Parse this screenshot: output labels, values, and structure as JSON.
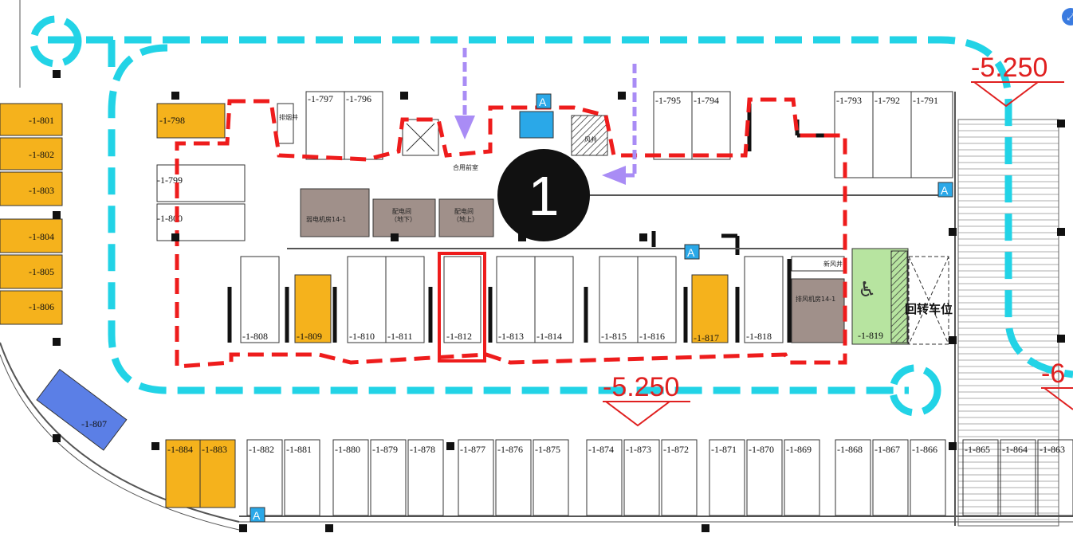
{
  "colors": {
    "cyan": "#22d3e6",
    "red": "#ee1c1c",
    "yellow": "#f5b21c",
    "blue": "#5b7fe6",
    "green": "#b7e4a0",
    "brown": "#a0908a",
    "purple": "#a98cf5",
    "marker": "#2aa8e8"
  },
  "elevations": {
    "top_right": "-5.250",
    "bottom_center": "-5.250",
    "right_partial": "-6"
  },
  "zone_number": "1",
  "turning_space": "回转车位",
  "rooms": {
    "room_a": "弱电机房14-1",
    "room_b_1": "配电间",
    "room_b_2": "（地下）",
    "room_c_1": "配电间",
    "room_c_2": "（地上）",
    "room_d": "排风机房14-1",
    "room_lobby": "合用前室",
    "room_small": "新风井",
    "room_shaft": "排烟井",
    "room_small2": "风井"
  },
  "marker_letter": "A",
  "stalls": {
    "left_column": [
      "-1-801",
      "-1-802",
      "-1-803",
      "-1-804",
      "-1-805",
      "-1-806"
    ],
    "s798": "-1-798",
    "s799": "-1-799",
    "s800": "-1-800",
    "s807": "-1-807",
    "top_row_a": [
      "-1-797",
      "-1-796"
    ],
    "top_row_b": [
      "-1-795",
      "-1-794"
    ],
    "top_row_c": [
      "-1-793",
      "-1-792",
      "-1-791"
    ],
    "mid_row": [
      "-1-808",
      "-1-809",
      "-1-810",
      "-1-811",
      "-1-812",
      "-1-813",
      "-1-814",
      "-1-815",
      "-1-816",
      "-1-817",
      "-1-818",
      "-1-819"
    ],
    "bottom_row": [
      "-1-884",
      "-1-883",
      "-1-882",
      "-1-881",
      "-1-880",
      "-1-879",
      "-1-878",
      "-1-877",
      "-1-876",
      "-1-875",
      "-1-874",
      "-1-873",
      "-1-872",
      "-1-871",
      "-1-870",
      "-1-869",
      "-1-868",
      "-1-867",
      "-1-866",
      "-1-865",
      "-1-864",
      "-1-863"
    ]
  }
}
